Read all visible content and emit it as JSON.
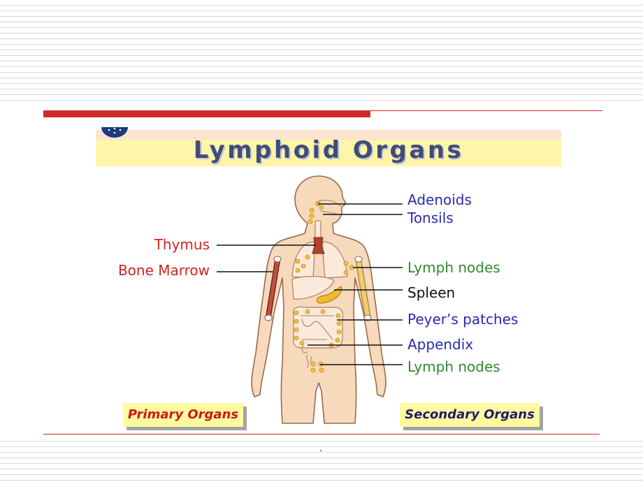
{
  "slide": {
    "title": "Lymphoid Organs",
    "footer_mark": "."
  },
  "labels": {
    "adenoids": "Adenoids",
    "tonsils": "Tonsils",
    "thymus": "Thymus",
    "bone_marrow": "Bone Marrow",
    "lymph_nodes_upper": "Lymph nodes",
    "spleen": "Spleen",
    "peyers_patches": "Peyer’s patches",
    "appendix": "Appendix",
    "lymph_nodes_lower": "Lymph nodes"
  },
  "legend": {
    "primary": "Primary Organs",
    "secondary": "Secondary Organs"
  },
  "icons": {
    "logo": "emblem-icon"
  },
  "colors": {
    "accent_red": "#d12a2a",
    "title_color": "#3e4c7c",
    "title_band": "#fdf5a8",
    "skin": "#f7d9bb",
    "label_red": "#d22222",
    "label_blue": "#2a2ab2",
    "label_green": "#2e8b2e",
    "legend_fill": "#fefaa0",
    "primary_text": "#cc1818",
    "secondary_text": "#1c1c6e"
  }
}
